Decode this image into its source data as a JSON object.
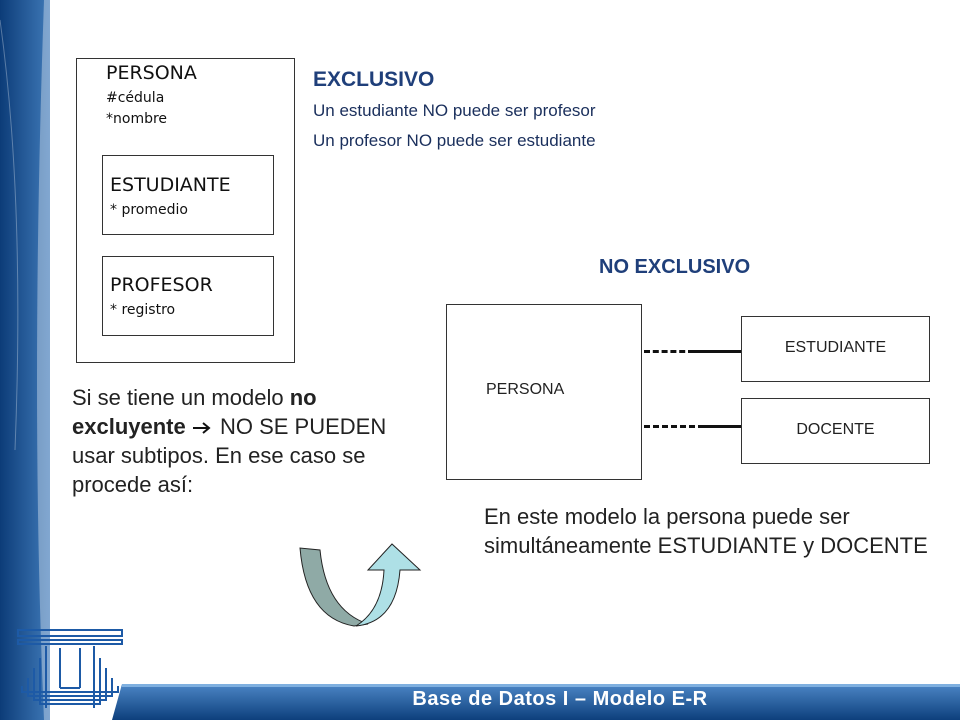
{
  "exclusive": {
    "title": "EXCLUSIVO",
    "line1": "Un estudiante NO puede ser profesor",
    "line2": "Un profesor NO puede ser estudiante"
  },
  "left_diagram": {
    "entity": "PERSONA",
    "attr1": "#cédula",
    "attr2": "*nombre",
    "sub1_name": "ESTUDIANTE",
    "sub1_attr": "* promedio",
    "sub2_name": "PROFESOR",
    "sub2_attr": "* registro"
  },
  "non_exclusive": {
    "title": "NO EXCLUSIVO",
    "entity": "PERSONA",
    "rel1": "ESTUDIANTE",
    "rel2": "DOCENTE"
  },
  "note": {
    "part1": "Si se tiene un modelo ",
    "bold1": "no excluyente",
    "arrow": "",
    "part2": " NO SE PUEDEN usar subtipos. En ese caso se procede así:"
  },
  "explanation": "En este modelo la persona puede ser simultáneamente ESTUDIANTE y DOCENTE",
  "footer": "Base de Datos I – Modelo E-R"
}
